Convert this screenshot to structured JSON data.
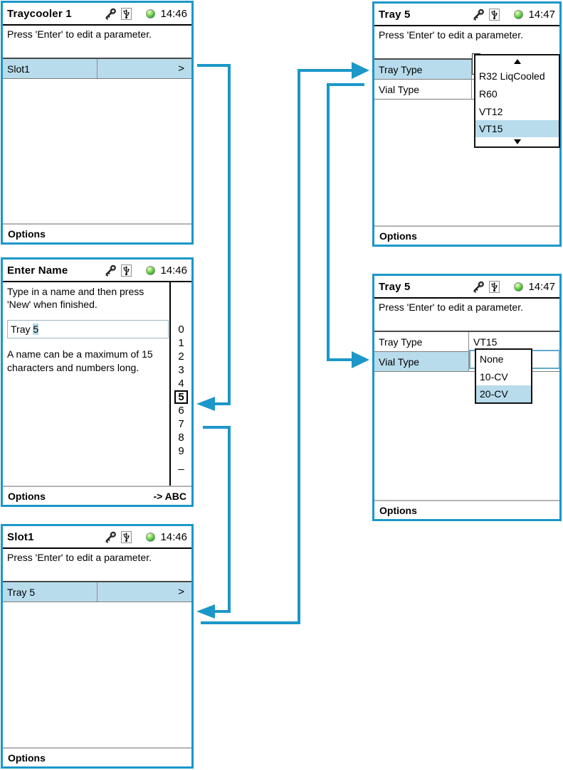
{
  "colors": {
    "accent": "#1b97c9",
    "row_highlight": "#b8dcec",
    "led_green": "#35b235"
  },
  "header_icons": [
    "key-icon",
    "usb-icon",
    "status-led-icon"
  ],
  "panels": {
    "traycooler": {
      "title": "Traycooler 1",
      "time": "14:46",
      "message": "Press 'Enter' to edit a parameter.",
      "row": {
        "label": "Slot1",
        "chevron": ">"
      },
      "options_label": "Options"
    },
    "enter_name": {
      "title": "Enter Name",
      "time": "14:46",
      "instruction": "Type in a name and then press 'New' when finished.",
      "input_prefix": "Tray ",
      "input_selected_char": "5",
      "note": "A name can be a maximum of 15 characters and numbers long.",
      "char_list": [
        "0",
        "1",
        "2",
        "3",
        "4",
        "5",
        "6",
        "7",
        "8",
        "9",
        "_"
      ],
      "selected_char": "5",
      "options_label": "Options",
      "mode_toggle_label": "-> ABC"
    },
    "slot1": {
      "title": "Slot1",
      "time": "14:46",
      "message": "Press 'Enter' to edit a parameter.",
      "row": {
        "label": "Tray 5",
        "chevron": ">"
      },
      "options_label": "Options"
    },
    "tray_type_screen": {
      "title": "Tray 5",
      "time": "14:47",
      "message": "Press 'Enter' to edit a parameter.",
      "rows": [
        {
          "label": "Tray Type"
        },
        {
          "label": "Vial Type"
        }
      ],
      "dropdown": {
        "items": [
          "R32 LiqCooled",
          "R60",
          "VT12",
          "VT15"
        ],
        "selected": "VT15"
      },
      "options_label": "Options"
    },
    "vial_type_screen": {
      "title": "Tray 5",
      "time": "14:47",
      "message": "Press 'Enter' to edit a parameter.",
      "rows": [
        {
          "label": "Tray Type",
          "value": "VT15"
        },
        {
          "label": "Vial Type",
          "value": ""
        }
      ],
      "dropdown": {
        "items": [
          "None",
          "10-CV",
          "20-CV"
        ],
        "selected": "20-CV"
      },
      "options_label": "Options"
    }
  }
}
